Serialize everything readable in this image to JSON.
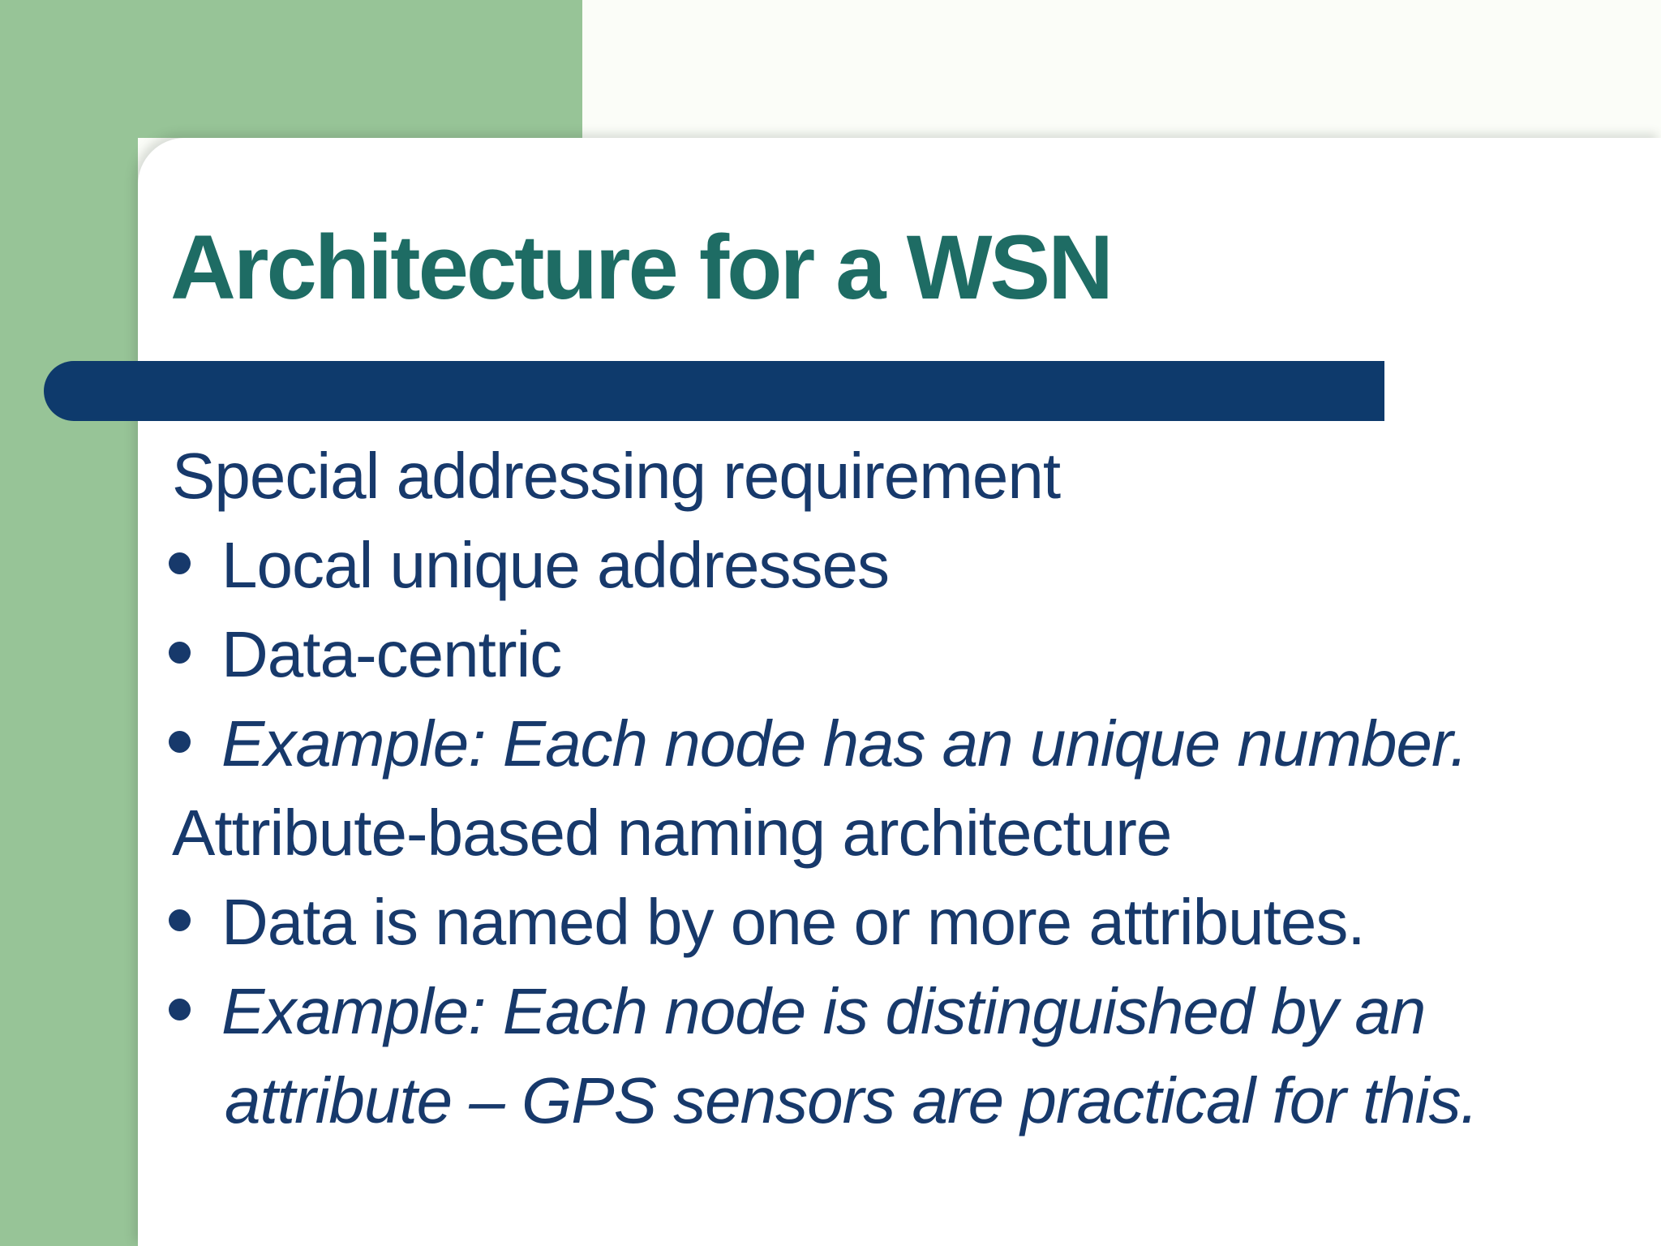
{
  "slide": {
    "title": "Architecture for a WSN",
    "colors": {
      "page_background": "#fbfdf8",
      "green_accent": "#97c497",
      "card_white": "#ffffff",
      "accent_bar_navy": "#0e3a6c",
      "title_teal": "#1e6c64",
      "body_navy": "#17396b"
    },
    "content": {
      "lines": [
        {
          "text": "Special addressing requirement",
          "bullet": false,
          "italic": false,
          "indent": 0
        },
        {
          "text": "Local unique addresses",
          "bullet": true,
          "italic": false,
          "indent": 0
        },
        {
          "text": "Data-centric",
          "bullet": true,
          "italic": false,
          "indent": 0
        },
        {
          "text": "Example: Each node has an unique number.",
          "bullet": true,
          "italic": true,
          "indent": 0
        },
        {
          "text": "Attribute-based naming architecture",
          "bullet": false,
          "italic": false,
          "indent": 0
        },
        {
          "text": "Data is named by one or more attributes.",
          "bullet": true,
          "italic": false,
          "indent": 0
        },
        {
          "text": "Example: Each node is distinguished by an",
          "bullet": true,
          "italic": true,
          "indent": 0
        },
        {
          "text": "attribute – GPS sensors are practical for this.",
          "bullet": false,
          "italic": true,
          "indent": 1
        }
      ]
    }
  }
}
